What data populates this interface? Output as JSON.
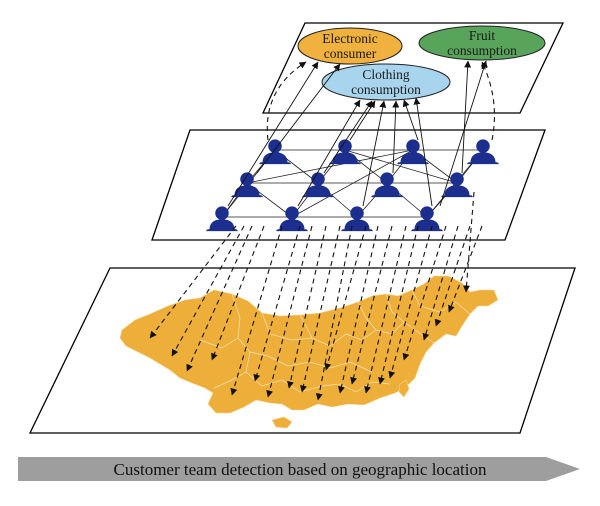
{
  "diagram": {
    "groups": [
      {
        "id": "electronic",
        "label_lines": [
          "Electronic",
          "consumer"
        ],
        "color": "#f0b13e"
      },
      {
        "id": "clothing",
        "label_lines": [
          "Clothing",
          "consumption"
        ],
        "color": "#a8d4ee"
      },
      {
        "id": "fruit",
        "label_lines": [
          "Fruit",
          "consumption"
        ],
        "color": "#58a45a"
      }
    ],
    "user_icon_color": "#1c2f8f",
    "map_color": "#eeae3a",
    "banner": {
      "text": "Customer team detection based on geographic location",
      "color": "#9e9e9e"
    }
  }
}
